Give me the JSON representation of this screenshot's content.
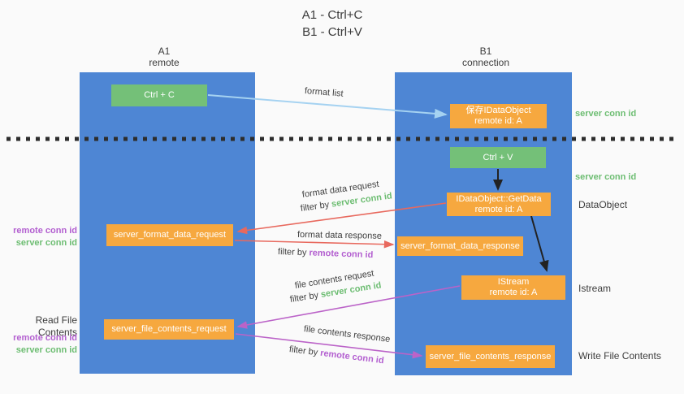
{
  "title": {
    "line1": "A1 - Ctrl+C",
    "line2": "B1 - Ctrl+V"
  },
  "columns": {
    "left": {
      "name": "A1",
      "role": "remote"
    },
    "right": {
      "name": "B1",
      "role": "connection"
    }
  },
  "boxes": {
    "ctrl_c": {
      "label": "Ctrl + C"
    },
    "save_dataobject": {
      "line1": "保存IDataObject",
      "line2": "remote id: A"
    },
    "ctrl_v": {
      "label": "Ctrl + V"
    },
    "getdata": {
      "line1": "IDataObject::GetData",
      "line2": "remote id: A"
    },
    "format_request": {
      "label": "server_format_data_request"
    },
    "format_response": {
      "label": "server_format_data_response"
    },
    "istream": {
      "line1": "IStream",
      "line2": "remote id: A"
    },
    "file_request": {
      "label": "server_file_contents_request"
    },
    "file_response": {
      "label": "server_file_contents_response"
    }
  },
  "arrow_labels": {
    "format_list": "format list",
    "format_data_request": "format data request",
    "format_data_request_filter": {
      "prefix": "filter by ",
      "term": "server conn id"
    },
    "format_data_response": "format data response",
    "format_data_response_filter": {
      "prefix": "filter by ",
      "term": "remote conn id"
    },
    "file_contents_request": "file contents request",
    "file_contents_request_filter": {
      "prefix": "filter by ",
      "term": "server conn id"
    },
    "file_contents_response": "file contents response",
    "file_contents_response_filter": {
      "prefix": "filter by ",
      "term": "remote conn id"
    }
  },
  "annotations": {
    "right_server_conn_id_1": "server conn id",
    "right_server_conn_id_2": "server conn id",
    "dataobject": "DataObject",
    "istream": "Istream",
    "write_file_contents": "Write File Contents",
    "left_remote_conn_id_1": "remote conn id",
    "left_server_conn_id_1": "server conn id",
    "read_file_contents": "Read File Contents",
    "left_remote_conn_id_2": "remote conn id",
    "left_server_conn_id_2": "server conn id"
  },
  "colors": {
    "column_blue": "#4e86d4",
    "box_green": "#74c078",
    "box_orange": "#f6a83f",
    "arrow_blue": "#a5d2f1",
    "arrow_red": "#e8695e",
    "arrow_magenta": "#bb63c8",
    "arrow_black": "#222222",
    "id_green": "#6dbd72",
    "id_purple": "#b35fd0"
  }
}
